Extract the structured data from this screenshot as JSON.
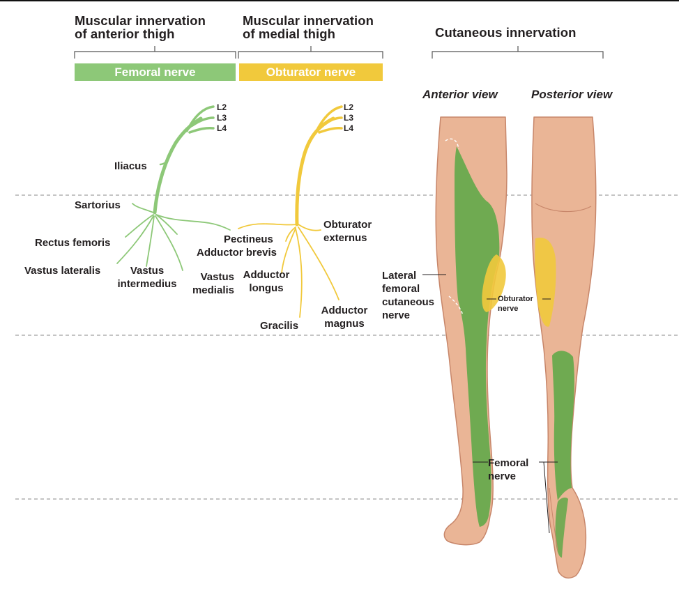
{
  "colors": {
    "femoral": "#8dc878",
    "femoral_region": "#62a849",
    "obturator": "#f1c93c",
    "skin": "#eab596",
    "skin_shadow": "#c7866a",
    "text": "#231f20",
    "dashed": "#8a8a8a"
  },
  "headers": {
    "anterior_thigh": "Muscular innervation\nof anterior thigh",
    "medial_thigh": "Muscular innervation\nof medial thigh",
    "cutaneous": "Cutaneous innervation"
  },
  "bars": {
    "femoral": "Femoral nerve",
    "obturator": "Obturator nerve"
  },
  "views": {
    "anterior": "Anterior view",
    "posterior": "Posterior view"
  },
  "femoral_roots": [
    "L2",
    "L3",
    "L4"
  ],
  "obturator_roots": [
    "L2",
    "L3",
    "L4"
  ],
  "femoral_muscles": {
    "iliacus": "Iliacus",
    "sartorius": "Sartorius",
    "rectus_femoris": "Rectus femoris",
    "vastus_lateralis": "Vastus lateralis",
    "vastus_intermedius": "Vastus\nintermedius",
    "vastus_medialis": "Vastus\nmedialis",
    "pectineus": "Pectineus"
  },
  "obturator_muscles": {
    "adductor_brevis": "Adductor brevis",
    "obturator_externus": "Obturator\nexternus",
    "adductor_longus": "Adductor\nlongus",
    "adductor_magnus": "Adductor\nmagnus",
    "gracilis": "Gracilis"
  },
  "cutaneous_labels": {
    "lateral_femoral_cutaneous": "Lateral\nfemoral\ncutaneous\nnerve",
    "obturator": "Obturator\nnerve",
    "femoral": "Femoral\nnerve"
  }
}
